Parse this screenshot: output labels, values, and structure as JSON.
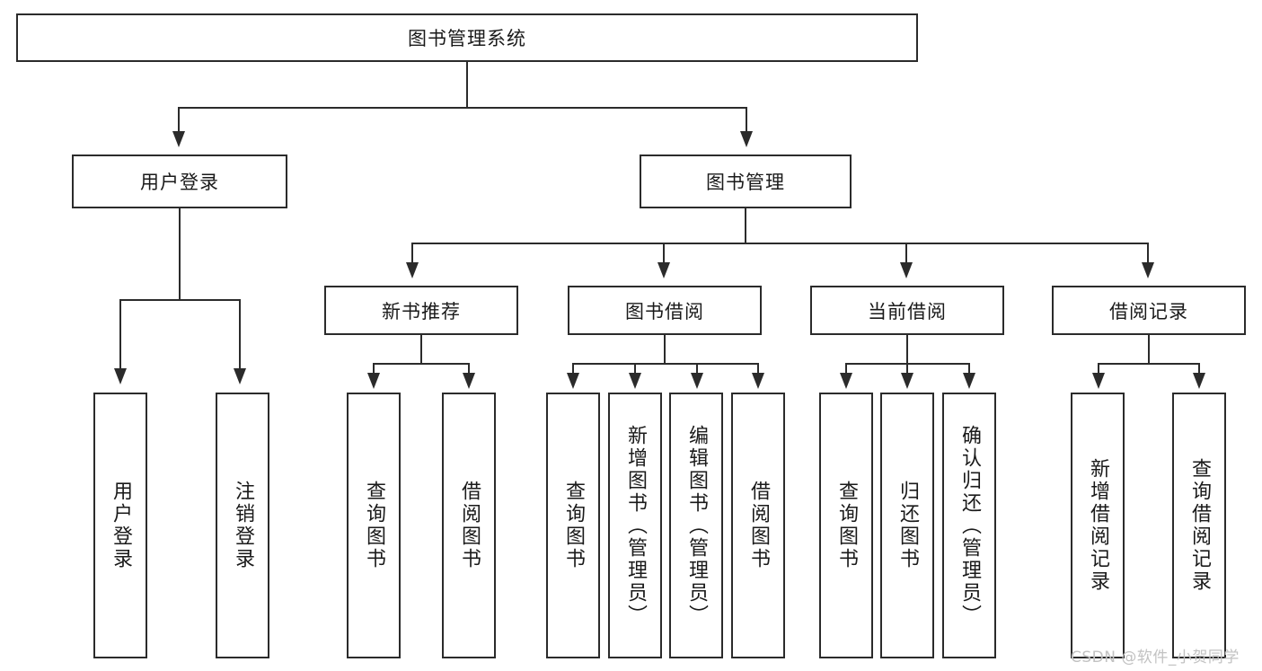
{
  "diagram": {
    "type": "tree-hierarchy",
    "title": "图书管理系统",
    "root": {
      "label": "图书管理系统",
      "orientation": "horizontal"
    },
    "level2": [
      {
        "label": "用户登录",
        "orientation": "horizontal"
      },
      {
        "label": "图书管理",
        "orientation": "horizontal"
      }
    ],
    "level3": [
      {
        "label": "新书推荐",
        "orientation": "horizontal"
      },
      {
        "label": "图书借阅",
        "orientation": "horizontal"
      },
      {
        "label": "当前借阅",
        "orientation": "horizontal"
      },
      {
        "label": "借阅记录",
        "orientation": "horizontal"
      }
    ],
    "leaves": {
      "user_login": [
        {
          "label": "用户登录",
          "orientation": "vertical"
        },
        {
          "label": "注销登录",
          "orientation": "vertical"
        }
      ],
      "new_book_recommend": [
        {
          "label": "查询图书",
          "orientation": "vertical"
        },
        {
          "label": "借阅图书",
          "orientation": "vertical"
        }
      ],
      "book_borrow": [
        {
          "label": "查询图书",
          "orientation": "vertical"
        },
        {
          "label": "新增图书（管理员）",
          "orientation": "vertical"
        },
        {
          "label": "编辑图书（管理员）",
          "orientation": "vertical"
        },
        {
          "label": "借阅图书",
          "orientation": "vertical"
        }
      ],
      "current_borrow": [
        {
          "label": "查询图书",
          "orientation": "vertical"
        },
        {
          "label": "归还图书",
          "orientation": "vertical"
        },
        {
          "label": "确认归还（管理员）",
          "orientation": "vertical"
        }
      ],
      "borrow_record": [
        {
          "label": "新增借阅记录",
          "orientation": "vertical"
        },
        {
          "label": "查询借阅记录",
          "orientation": "vertical"
        }
      ]
    },
    "watermark": "CSDN @软件_小贺同学",
    "colors": {
      "stroke": "#2b2b2b",
      "fill": "#ffffff",
      "text": "#1a1a1a",
      "watermark": "#c2c2c2"
    }
  }
}
